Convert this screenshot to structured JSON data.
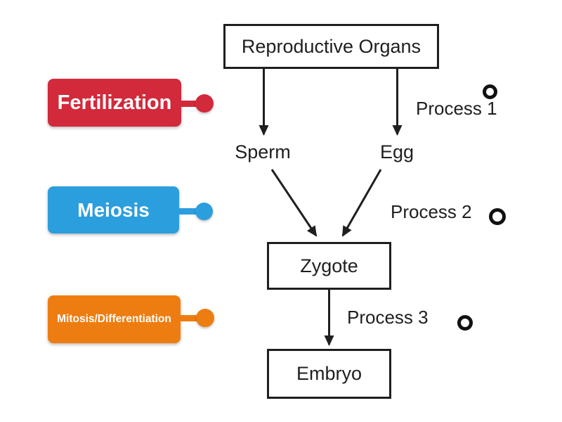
{
  "diagram": {
    "flow": {
      "reproductive_organs": "Reproductive Organs",
      "sperm": "Sperm",
      "egg": "Egg",
      "zygote": "Zygote",
      "embryo": "Embryo"
    },
    "processes": [
      {
        "label": "Process 1"
      },
      {
        "label": "Process 2"
      },
      {
        "label": "Process 3"
      }
    ],
    "draggable_labels": [
      {
        "text": "Fertilization",
        "color": "#d2293b"
      },
      {
        "text": "Meiosis",
        "color": "#2b9ede"
      },
      {
        "text": "Mitosis/Differentiation",
        "color": "#ee7d11"
      }
    ],
    "colors": {
      "line": "#1f1f1f",
      "ring": "#111111",
      "background": "#ffffff"
    }
  }
}
